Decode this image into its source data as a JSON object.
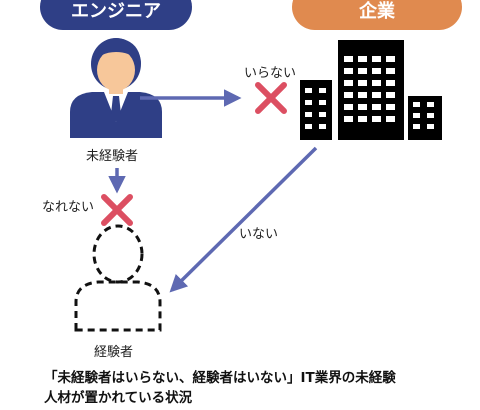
{
  "engineer_pill": "エンジニア",
  "company_pill": "企業",
  "labels": {
    "inexperienced": "未経験者",
    "experienced": "経験者",
    "not_needed": "いらない",
    "cannot_become": "なれない",
    "none_exist": "いない"
  },
  "caption": {
    "line1": "「未経験者はいらない、経験者はいない」IT業界の未経験",
    "line2": "人材が置かれている状況"
  },
  "colors": {
    "engineer": "#2f3f86",
    "company": "#e08a4f",
    "arrow": "#5e69b2",
    "cross": "#dc4f62",
    "skin": "#f7c79a",
    "building": "#000000"
  }
}
